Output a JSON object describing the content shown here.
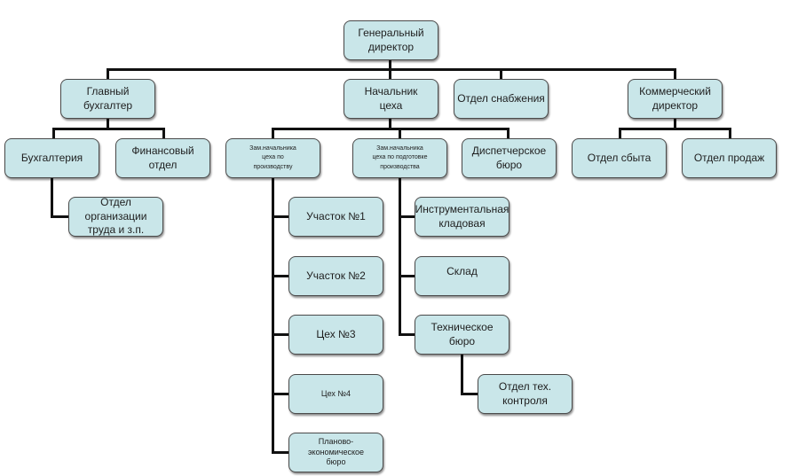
{
  "diagram": {
    "type": "org-chart",
    "colors": {
      "box_fill": "#c9e6e9",
      "box_border": "#4a4a4a",
      "connector": "#111111"
    },
    "nodes": {
      "general_director": "Генеральный\nдиректор",
      "chief_accountant": "Главный\nбухгалтер",
      "shop_head": "Начальник\nцеха",
      "supply_dept": "Отдел снабжения",
      "commercial_director": "Коммерческий\nдиректор",
      "accounting": "Бухгалтерия",
      "finance_dept": "Финансовый\nотдел",
      "labor_org_dept": "Отдел организации\nтруда и з.п.",
      "deputy_production": "Зам.начальника\nцеха по\nпроизводству",
      "deputy_preparation": "Зам.начальника\nцеха по подготовке\nпроизводства",
      "dispatch_bureau": "Диспетчерское\nбюро",
      "sales_dept": "Отдел сбыта",
      "sales_dept_2": "Отдел продаж",
      "section_1": "Участок №1",
      "section_2": "Участок №2",
      "shop_3": "Цех №3",
      "shop_4": "Цех №4",
      "planning_bureau": "Планово-экономическое\nбюро",
      "tool_storage": "Инструментальная\nкладовая",
      "warehouse": "Склад",
      "tech_bureau": "Техническое бюро",
      "qc_dept": "Отдел тех.\nконтроля"
    }
  }
}
